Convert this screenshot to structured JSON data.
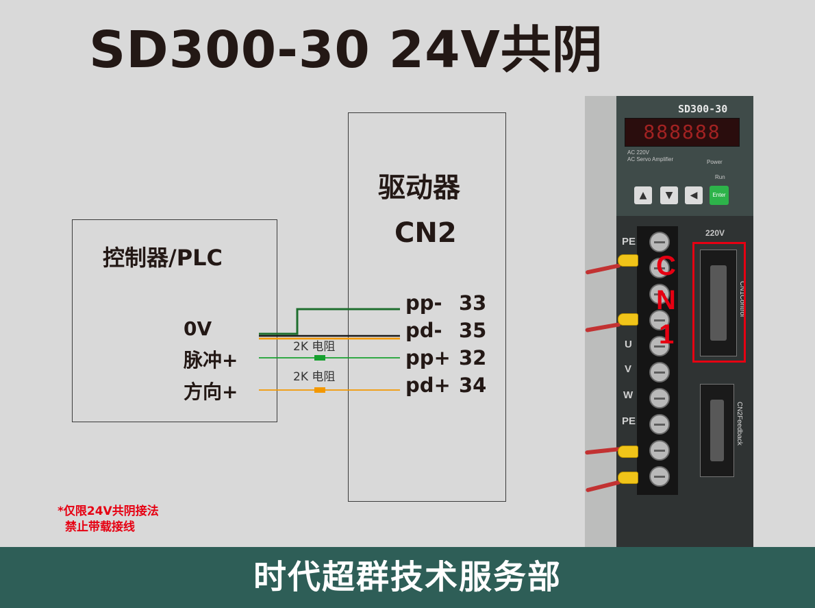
{
  "title": "SD300-30  24V共阴",
  "plc": {
    "title": "控制器/PLC",
    "signals": [
      "0V",
      "脉冲+",
      "方向+"
    ]
  },
  "driver": {
    "title": "驱动器",
    "subtitle": "CN2",
    "pins": [
      {
        "name": "pp-",
        "num": "33"
      },
      {
        "name": "pd-",
        "num": "35"
      },
      {
        "name": "pp+",
        "num": "32"
      },
      {
        "name": "pd+",
        "num": "34"
      }
    ]
  },
  "resistors": [
    {
      "label": "2K 电阻",
      "color": "#17a02f"
    },
    {
      "label": "2K 电阻",
      "color": "#f39800"
    }
  ],
  "wire_colors": {
    "green": "#17a02f",
    "orange": "#f39800",
    "dark_green": "#1e6e2e",
    "black": "#1a1a1a"
  },
  "note": {
    "line1": "*仅限24V共阴接法",
    "line2": "禁止带载接线",
    "color": "#e60012"
  },
  "footer": {
    "text": "时代超群技术服务部",
    "color": "#2e5e57"
  },
  "device": {
    "model": "SD300-30",
    "display": "888888",
    "ac_line1": "AC  220V",
    "ac_line2": "AC  Servo  Amplifier",
    "power": "Power",
    "run": "Run",
    "enter": "Enter",
    "voltage": "220V",
    "terminals": [
      "PE",
      "U",
      "V",
      "W",
      "PE"
    ],
    "cn1_letters": [
      "C",
      "N",
      "1"
    ],
    "cn1_label": "CN1Control",
    "cn2_label": "CN2Feedback"
  }
}
